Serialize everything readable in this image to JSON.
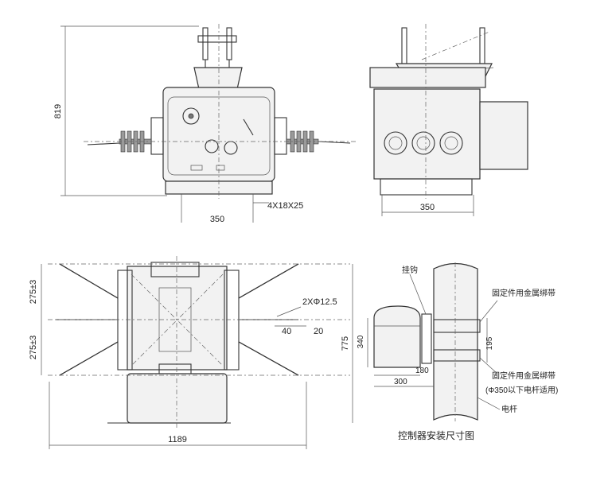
{
  "dimensions": {
    "height_819": "819",
    "width_350_front": "350",
    "holes": "4X18X25",
    "width_350_side": "350",
    "pitch_upper": "275±3",
    "pitch_lower": "275±3",
    "holes_2x": "2XΦ12.5",
    "d40": "40",
    "d20": "20",
    "d775": "775",
    "d1189": "1189",
    "d340": "340",
    "d180": "180",
    "d300": "300",
    "d195": "195"
  },
  "labels": {
    "hook": "挂钩",
    "band_top": "固定件用金属绑带",
    "band_bottom": "固定件用金属绑带",
    "band_note": "(Φ350以下电杆适用)",
    "pole": "电杆",
    "controller_caption": "控制器安装尺寸图"
  },
  "colors": {
    "line": "#333333",
    "body_fill": "#f2f2f2",
    "insulator": "#9a9a9a"
  }
}
